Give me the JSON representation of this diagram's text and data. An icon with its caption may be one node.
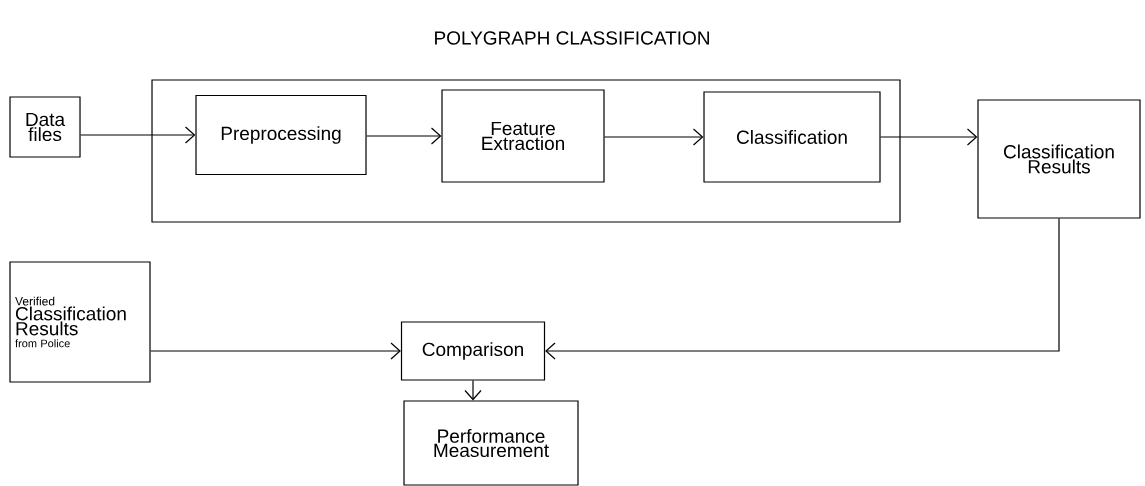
{
  "diagram": {
    "title": "POLYGRAPH CLASSIFICATION",
    "nodes": [
      {
        "text": [
          "Data files"
        ]
      },
      {
        "text": [],
        "shape": "box"
      },
      {
        "text": [
          "Preprocessing"
        ],
        "in": 1
      },
      {
        "text": [
          "Feature Extraction"
        ],
        "in": 1
      },
      {
        "text": [
          "Classification"
        ],
        "in": 1
      },
      {
        "text": [
          "Classification Results"
        ]
      },
      {
        "text": [
          "Verified",
          "Classification Results",
          "from Police"
        ]
      },
      {
        "text": [
          "Comparison"
        ]
      },
      {
        "text": [
          "Performance Measurement"
        ]
      }
    ],
    "edges": [
      {
        "from": 0,
        "to": 2,
        "arrow": "to"
      },
      {
        "from": 2,
        "to": 3,
        "arrow": "to"
      },
      {
        "from": 3,
        "to": 4,
        "arrow": "to"
      },
      {
        "from": 4,
        "to": 5,
        "arrow": "to"
      },
      {
        "from": 5,
        "to": 7,
        "arrow": "to"
      },
      {
        "from": 6,
        "to": 7,
        "arrow": "to"
      },
      {
        "from": 7,
        "to": 8,
        "arrow": "to"
      }
    ]
  }
}
